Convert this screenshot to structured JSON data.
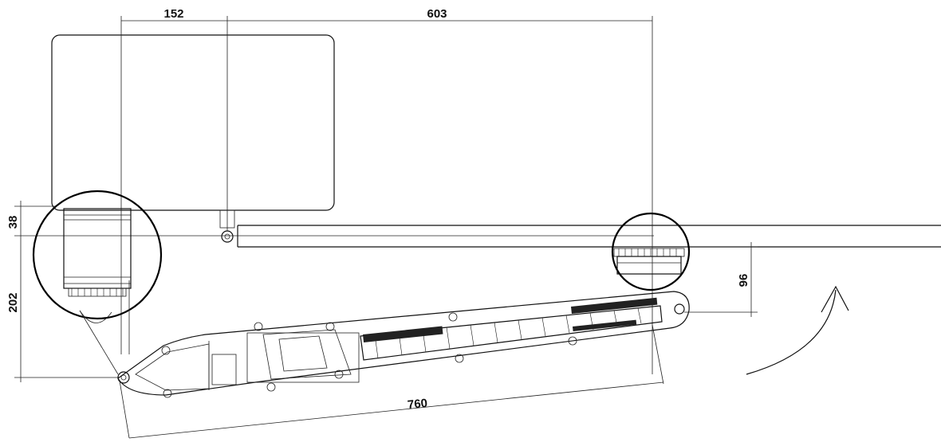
{
  "diagram": {
    "dimensions": {
      "pillar_offset": "152",
      "hinge_to_gate_pivot": "603",
      "hinge_offset": "38",
      "bracket_depth": "202",
      "gate_bracket_offset": "96",
      "actuator_length": "760"
    },
    "icons": {
      "arrow": "curved-opening-arrow-icon",
      "detail_left": "detail-circle-left",
      "detail_right": "detail-circle-right"
    }
  }
}
